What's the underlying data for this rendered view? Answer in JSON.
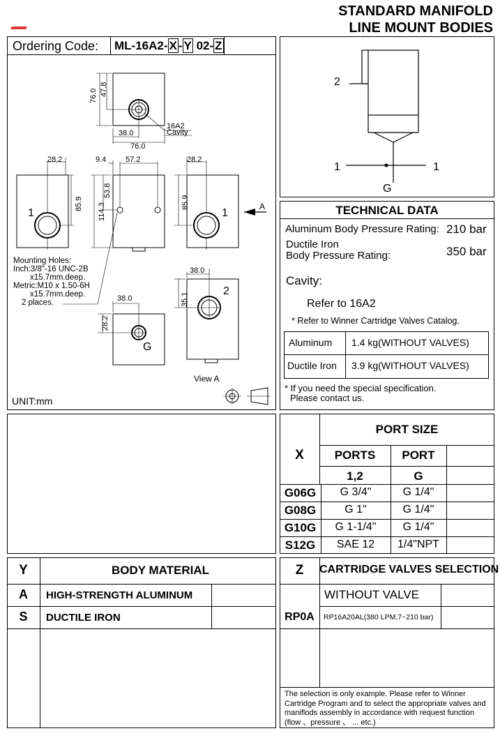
{
  "header": {
    "title_line1": "STANDARD MANIFOLD",
    "title_line2": "LINE MOUNT BODIES"
  },
  "ordering": {
    "label": "Ordering Code:",
    "code_prefix": "ML-16A2-",
    "code_x": "X",
    "code_sep1": "-",
    "code_y": "Y",
    "code_mid": " 02-",
    "code_z": "Z"
  },
  "drawing": {
    "dims": {
      "d76_0_v": "76.0",
      "d47_8": "47.8",
      "d38_0_a": "38.0",
      "d76_0_h": "76.0",
      "d28_2_a": "28.2",
      "d9_4": "9.4",
      "d57_2": "57.2",
      "d28_2_b": "28.2",
      "d85_9_a": "85.9",
      "d114_3": "114.3",
      "d53_8": "53.8",
      "d85_9_b": "85.9",
      "d38_0_b": "38.0",
      "d35_1": "35.1",
      "d38_0_c": "38.0",
      "d28_2_c": "28.2"
    },
    "cavity_label1": "16A2",
    "cavity_label2": "Cavity",
    "port1_a": "1",
    "port1_b": "1",
    "port2": "2",
    "portG": "G",
    "arrow_label": "A",
    "mounting_holes": [
      "Mounting Holes:",
      "Inch:3/8\"-16 UNC-2B",
      "x15.7mm.deep.",
      "Metric:M10 x 1.50-6H",
      "x15.7mm.deep.",
      "2 places."
    ],
    "view_label": "View A",
    "unit": "UNIT:mm"
  },
  "schematic": {
    "port2": "2",
    "port1_left": "1",
    "port1_right": "1",
    "portG": "G"
  },
  "technical": {
    "heading": "TECHNICAL DATA",
    "alu_label": "Aluminum Body Pressure Rating:",
    "alu_value": "210 bar",
    "duct_label1": "Ductile Iron",
    "duct_label2": "Body Pressure Rating:",
    "duct_value": "350 bar",
    "cavity_label": "Cavity:",
    "cavity_ref": "Refer to 16A2",
    "note": "* Refer to Winner Cartridge Valves Catalog.",
    "weights": [
      {
        "material": "Aluminum",
        "weight": "1.4  kg(WITHOUT VALVES)"
      },
      {
        "material": "Ductile Iron",
        "weight": "3.9  kg(WITHOUT VALVES)"
      }
    ],
    "special1": "* If you need the special specification.",
    "special2": "Please contact us."
  },
  "port_size": {
    "x_label": "X",
    "heading": "PORT SIZE",
    "col1_head": "PORTS",
    "col2_head": "PORT",
    "col1_sub": "1,2",
    "col2_sub": "G",
    "rows": [
      {
        "code": "G06G",
        "ports": "G 3/4\"",
        "port": "G 1/4\""
      },
      {
        "code": "G08G",
        "ports": "G 1\"",
        "port": "G 1/4\""
      },
      {
        "code": "G10G",
        "ports": "G 1-1/4\"",
        "port": "G 1/4\""
      },
      {
        "code": "S12G",
        "ports": "SAE 12",
        "port": "1/4\"NPT"
      }
    ]
  },
  "body_material": {
    "y_label": "Y",
    "heading": "BODY MATERIAL",
    "rows": [
      {
        "code": "A",
        "name": "HIGH-STRENGTH ALUMINUM"
      },
      {
        "code": "S",
        "name": "DUCTILE IRON"
      }
    ]
  },
  "cartridge": {
    "z_label": "Z",
    "heading": "CARTRIDGE VALVES SELECTION",
    "without": "WITHOUT VALVE",
    "row_code": "RP0A",
    "row_text": "RP16A20AL(380 LPM,7~210 bar)",
    "footnote": "The selection is only example. Please refer to Winner Cartridge Program and to select the appropriate valves and maniflods assembly in accordance with request function (flow 、pressure 、 ... etc.)"
  }
}
